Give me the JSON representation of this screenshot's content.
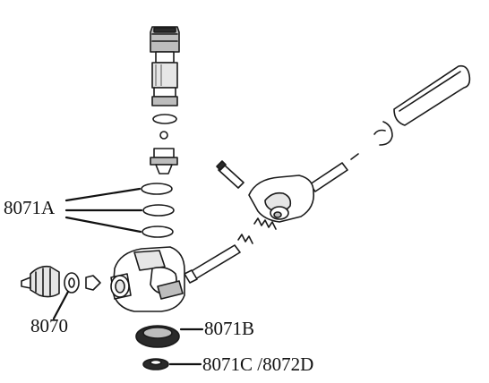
{
  "labels": {
    "a": "8071A",
    "b": "8070",
    "c": "8071B",
    "d": "8071C /8072D"
  }
}
